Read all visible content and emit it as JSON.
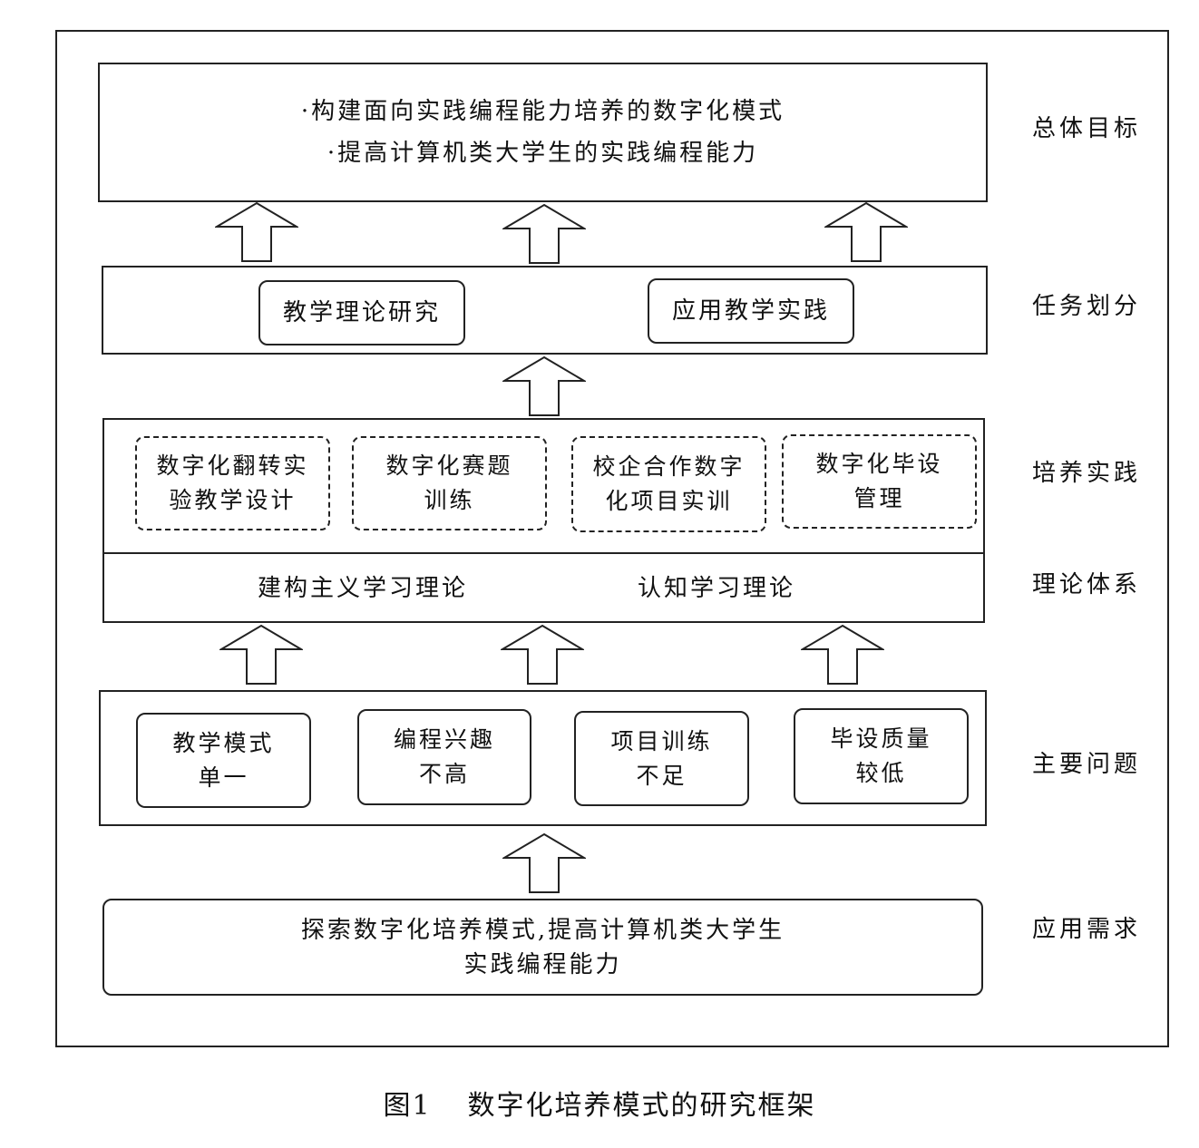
{
  "figure": {
    "caption_number": "图1",
    "caption_title": "数字化培养模式的研究框架"
  },
  "layers": {
    "goal": {
      "label": "总体目标",
      "lines": [
        "·构建面向实践编程能力培养的数字化模式",
        "·提高计算机类大学生的实践编程能力"
      ]
    },
    "tasks": {
      "label": "任务划分",
      "items": [
        "教学理论研究",
        "应用教学实践"
      ]
    },
    "practice": {
      "label": "培养实践",
      "items": [
        [
          "数字化翻转实",
          "验教学设计"
        ],
        [
          "数字化赛题",
          "训练"
        ],
        [
          "校企合作数字",
          "化项目实训"
        ],
        [
          "数字化毕设",
          "管理"
        ]
      ]
    },
    "theory": {
      "label": "理论体系",
      "items": [
        "建构主义学习理论",
        "认知学习理论"
      ]
    },
    "problems": {
      "label": "主要问题",
      "items": [
        [
          "教学模式",
          "单一"
        ],
        [
          "编程兴趣",
          "不高"
        ],
        [
          "项目训练",
          "不足"
        ],
        [
          "毕设质量",
          "较低"
        ]
      ]
    },
    "demand": {
      "label": "应用需求",
      "lines": [
        "探索数字化培养模式,提高计算机类大学生",
        "实践编程能力"
      ]
    }
  }
}
